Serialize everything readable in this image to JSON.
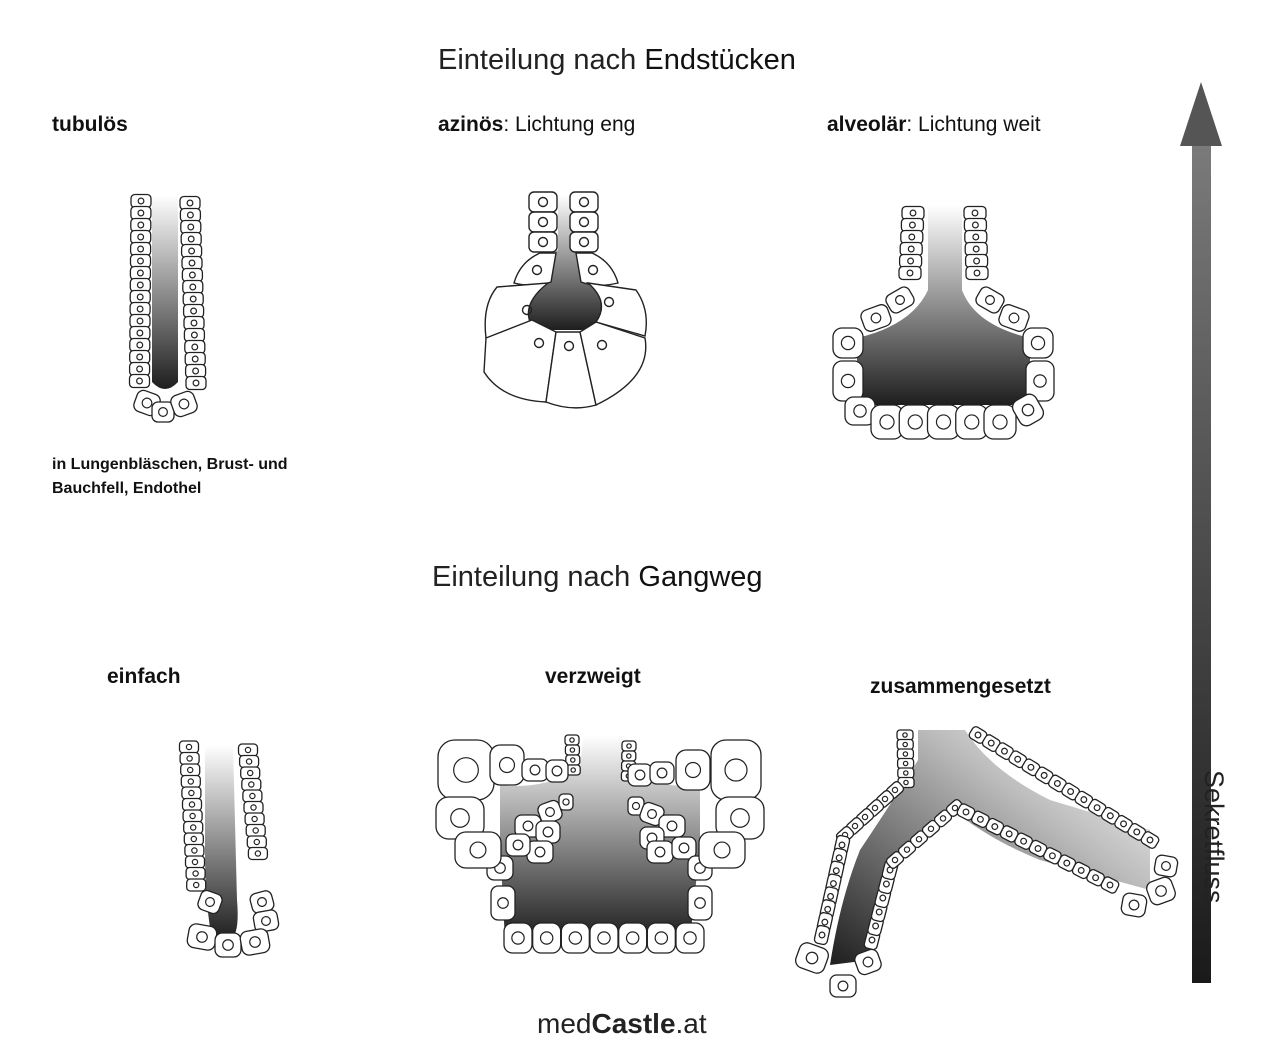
{
  "top_section": {
    "heading_prefix": "Einteilung nach",
    "heading_emph": "Endstücken",
    "tubular": {
      "name": "tubulös",
      "note_line1": "in Lungenbläschen, Brust- und",
      "note_line2": "Bauchfell, Endothel"
    },
    "acinar": {
      "name": "azinös",
      "desc": ": Lichtung eng"
    },
    "alveolar": {
      "name": "alveolär",
      "desc": ": Lichtung weit"
    }
  },
  "bottom_section": {
    "heading_prefix": "Einteilung nach",
    "heading_emph": "Gangweg",
    "simple": "einfach",
    "branched": "verzweigt",
    "compound": "zusammengesetzt"
  },
  "flow_axis": {
    "label": "Sekretfluss"
  },
  "footer": {
    "prefix": "med",
    "brand": "Castle",
    "suffix": ".at"
  },
  "colors": {
    "cell_fill": "#ffffff",
    "cell_stroke": "#222222",
    "lumen_top": "#ffffff",
    "lumen_bottom": "#222222"
  }
}
